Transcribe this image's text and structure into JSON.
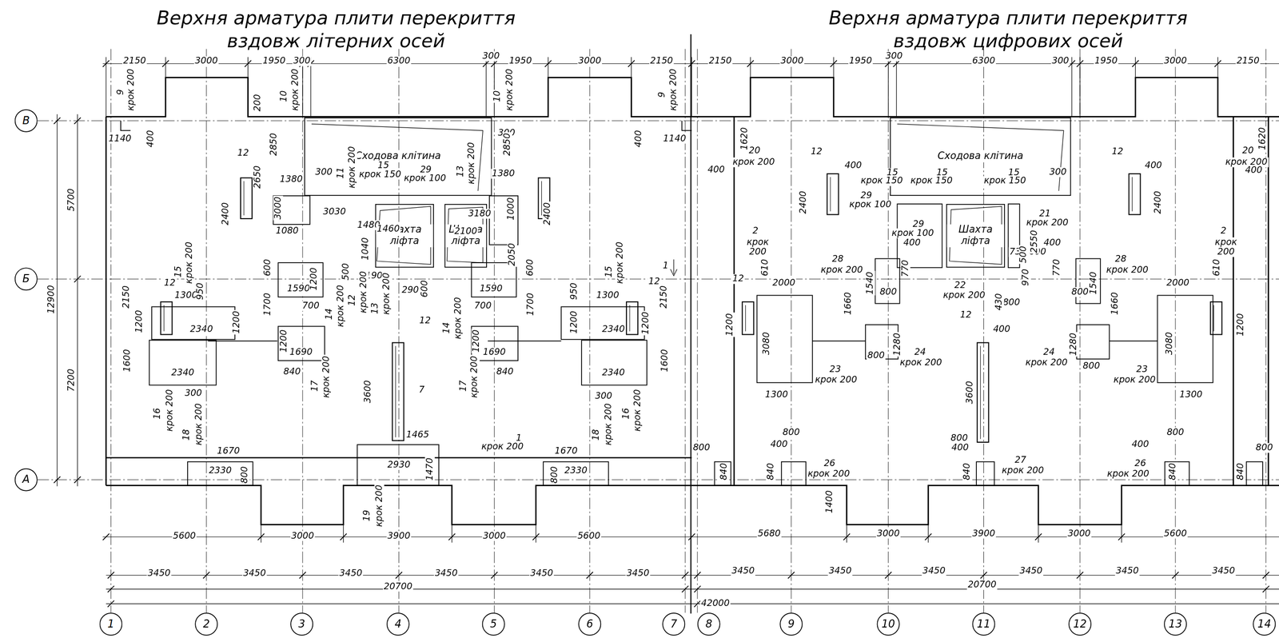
{
  "diagram": {
    "title": "Верхня арматура плити перекриття вздовж літерних осей",
    "nodes": [
      {
        "text": [
          "В"
        ]
      },
      {
        "text": [
          "Б"
        ]
      },
      {
        "text": [
          "А"
        ]
      },
      {
        "text": [
          "Сходова клітина"
        ]
      },
      {
        "text": [
          "Шахта ліфта"
        ]
      },
      {
        "text": [
          "Шахта ліфта"
        ]
      },
      {
        "text": [
          "Сходова клітина"
        ]
      },
      {
        "text": [
          "Шахта ліфта"
        ]
      },
      {
        "text": [
          "1"
        ]
      },
      {
        "text": [
          "2"
        ]
      },
      {
        "text": [
          "3"
        ]
      },
      {
        "text": [
          "4"
        ]
      },
      {
        "text": [
          "5"
        ]
      },
      {
        "text": [
          "6"
        ]
      },
      {
        "text": [
          "7"
        ]
      },
      {
        "text": [
          "8"
        ]
      },
      {
        "text": [
          "9"
        ]
      },
      {
        "text": [
          "10"
        ]
      },
      {
        "text": [
          "11"
        ]
      },
      {
        "text": [
          "12"
        ]
      },
      {
        "text": [
          "13"
        ]
      },
      {
        "text": [
          "14"
        ]
      }
    ],
    "labels": [
      "Верхня арматура плити перекриття вздовж цифрових осей",
      "2150",
      "3000",
      "1950",
      "300",
      "6300",
      "300",
      "1950",
      "3000",
      "2150",
      "2150",
      "3000",
      "1950",
      "300",
      "6300",
      "300",
      "1950",
      "3000",
      "2150",
      "5700",
      "12900",
      "7200",
      "9",
      "крок 200",
      "10",
      "крок 200",
      "10",
      "крок 200",
      "9",
      "крок 200",
      "1140",
      "400",
      "200",
      "2850",
      "300",
      "2850",
      "400",
      "1140",
      "11",
      "крок 200",
      "15",
      "крок 150",
      "29",
      "крок 100",
      "13",
      "крок 200",
      "12",
      "2650",
      "2400",
      "1380",
      "300",
      "1380",
      "3000",
      "3030",
      "1080",
      "1480",
      "1460",
      "3180",
      "2100",
      "1000",
      "2400",
      "1040",
      "500",
      "1190",
      "2050",
      "600",
      "600",
      "1590",
      "1200",
      "290",
      "600",
      "1590",
      "1",
      "15",
      "крок 200",
      "15",
      "крок 200",
      "12",
      "1300",
      "950",
      "2150",
      "1200",
      "2340",
      "1200",
      "1700",
      "700",
      "14",
      "крок 200",
      "12",
      "крок 200",
      "13",
      "крок 200",
      "14",
      "крок 200",
      "1700",
      "700",
      "950",
      "1300",
      "12",
      "2150",
      "1200",
      "2340",
      "1200",
      "1200",
      "1690",
      "840",
      "1200",
      "1690",
      "840",
      "12",
      "3600",
      "7",
      "1600",
      "2340",
      "300",
      "2340",
      "300",
      "1600",
      "17",
      "крок 200",
      "17",
      "крок 200",
      "16",
      "крок 200",
      "16",
      "крок 200",
      "18",
      "крок 200",
      "18",
      "крок 200",
      "1465",
      "1",
      "крок 200",
      "1670",
      "1670",
      "2330",
      "800",
      "2930",
      "1470",
      "800",
      "2330",
      "19",
      "крок 200",
      "5600",
      "3000",
      "3900",
      "3000",
      "5600",
      "3450",
      "3450",
      "3450",
      "3450",
      "3450",
      "3450",
      "20700",
      "1620",
      "400",
      "20",
      "крок 200",
      "12",
      "400",
      "2400",
      "15",
      "крок 150",
      "15",
      "крок 150",
      "15",
      "крок 150",
      "29",
      "крок 100",
      "29",
      "крок 100",
      "400",
      "300",
      "21",
      "крок 200",
      "730",
      "600",
      "2550",
      "12",
      "400",
      "2400",
      "20",
      "крок 200",
      "400",
      "1620",
      "2",
      "крок 200",
      "2",
      "крок 200",
      "28",
      "крок 200",
      "610",
      "12",
      "2000",
      "1540",
      "770",
      "800",
      "400",
      "770",
      "500",
      "970",
      "22",
      "крок 200",
      "800",
      "430",
      "1540",
      "800",
      "28",
      "крок 200",
      "610",
      "2000",
      "1200",
      "3080",
      "1660",
      "1280",
      "800",
      "24",
      "крок 200",
      "12",
      "400",
      "3600",
      "24",
      "крок 200",
      "1280",
      "800",
      "1660",
      "3080",
      "1200",
      "23",
      "крок 200",
      "23",
      "крок 200",
      "1300",
      "1300",
      "800",
      "840",
      "800",
      "400",
      "840",
      "26",
      "крок 200",
      "800",
      "400",
      "840",
      "27",
      "крок 200",
      "800",
      "400",
      "26",
      "крок 200",
      "840",
      "800",
      "840",
      "1400",
      "5680",
      "3000",
      "3900",
      "3000",
      "5600",
      "3450",
      "3450",
      "3450",
      "3450",
      "3450",
      "3450",
      "20700",
      "42000"
    ]
  }
}
